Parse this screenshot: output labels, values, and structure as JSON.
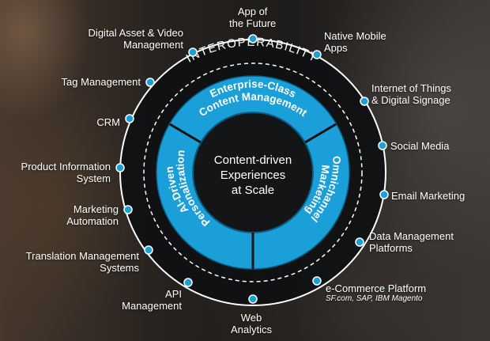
{
  "rings": {
    "outer_label": "INTEROPERABILITY",
    "center_text": [
      "Content-driven",
      "Experiences",
      "at Scale"
    ],
    "segments": {
      "top": [
        "Enterprise-Class",
        "Content Management"
      ],
      "left": [
        "AI-Driven",
        "Personalization"
      ],
      "right": [
        "Omnichannel",
        "Marketing"
      ]
    }
  },
  "nodes": {
    "app_future": [
      "App of",
      "the Future"
    ],
    "native_mobile": [
      "Native Mobile",
      "Apps"
    ],
    "iot": [
      "Internet of Things",
      "& Digital Signage"
    ],
    "social": [
      "Social Media"
    ],
    "email": [
      "Email Marketing"
    ],
    "dmp": [
      "Data Management",
      "Platforms"
    ],
    "ecommerce": [
      "e-Commerce Platform"
    ],
    "ecommerce_sub": "SF.com, SAP, IBM Magento",
    "web_analytics": [
      "Web",
      "Analytics"
    ],
    "api": [
      "API",
      "Management"
    ],
    "translation": [
      "Translation Management",
      "Systems"
    ],
    "marketing_auto": [
      "Marketing",
      "Automation"
    ],
    "pim": [
      "Product Information",
      "System"
    ],
    "crm": [
      "CRM"
    ],
    "tag": [
      "Tag Management"
    ],
    "dam": [
      "Digital Asset & Video",
      "Management"
    ]
  },
  "colors": {
    "accent": "#1b9fd8",
    "ring_dark": "#111214",
    "white": "#ffffff"
  }
}
